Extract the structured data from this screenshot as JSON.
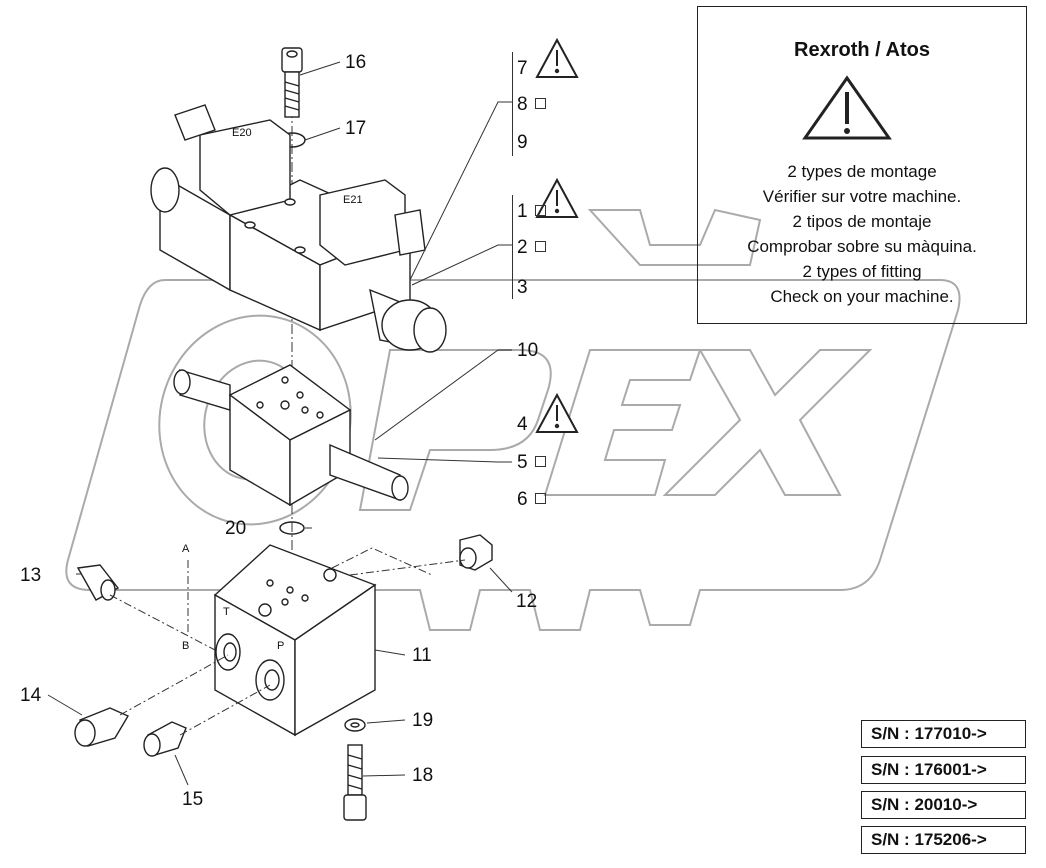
{
  "note": {
    "title": "Rexroth / Atos",
    "lines": [
      "2 types de montage",
      "Vérifier sur votre machine.",
      "2 tipos de montaje",
      "Comprobar sobre su màquina.",
      "2 types of fitting",
      "Check on your machine."
    ]
  },
  "serials": [
    "S/N : 177010->",
    "S/N : 176001->",
    "S/N : 20010->",
    "S/N : 175206->"
  ],
  "callouts": {
    "n1": "1",
    "n2": "2",
    "n3": "3",
    "n4": "4",
    "n5": "5",
    "n6": "6",
    "n7": "7",
    "n8": "8",
    "n9": "9",
    "n10": "10",
    "n11": "11",
    "n12": "12",
    "n13": "13",
    "n14": "14",
    "n15": "15",
    "n16": "16",
    "n17": "17",
    "n18": "18",
    "n19": "19",
    "n20": "20"
  },
  "markings": {
    "solenoid_a": "E20",
    "solenoid_b": "E21",
    "port_a": "A",
    "port_b": "B",
    "port_t": "T",
    "port_p": "P"
  },
  "watermark": {
    "text": "OPEX",
    "color": "#aaaaaa"
  },
  "icons": [
    "warning-icon",
    "checkbox-icon"
  ]
}
